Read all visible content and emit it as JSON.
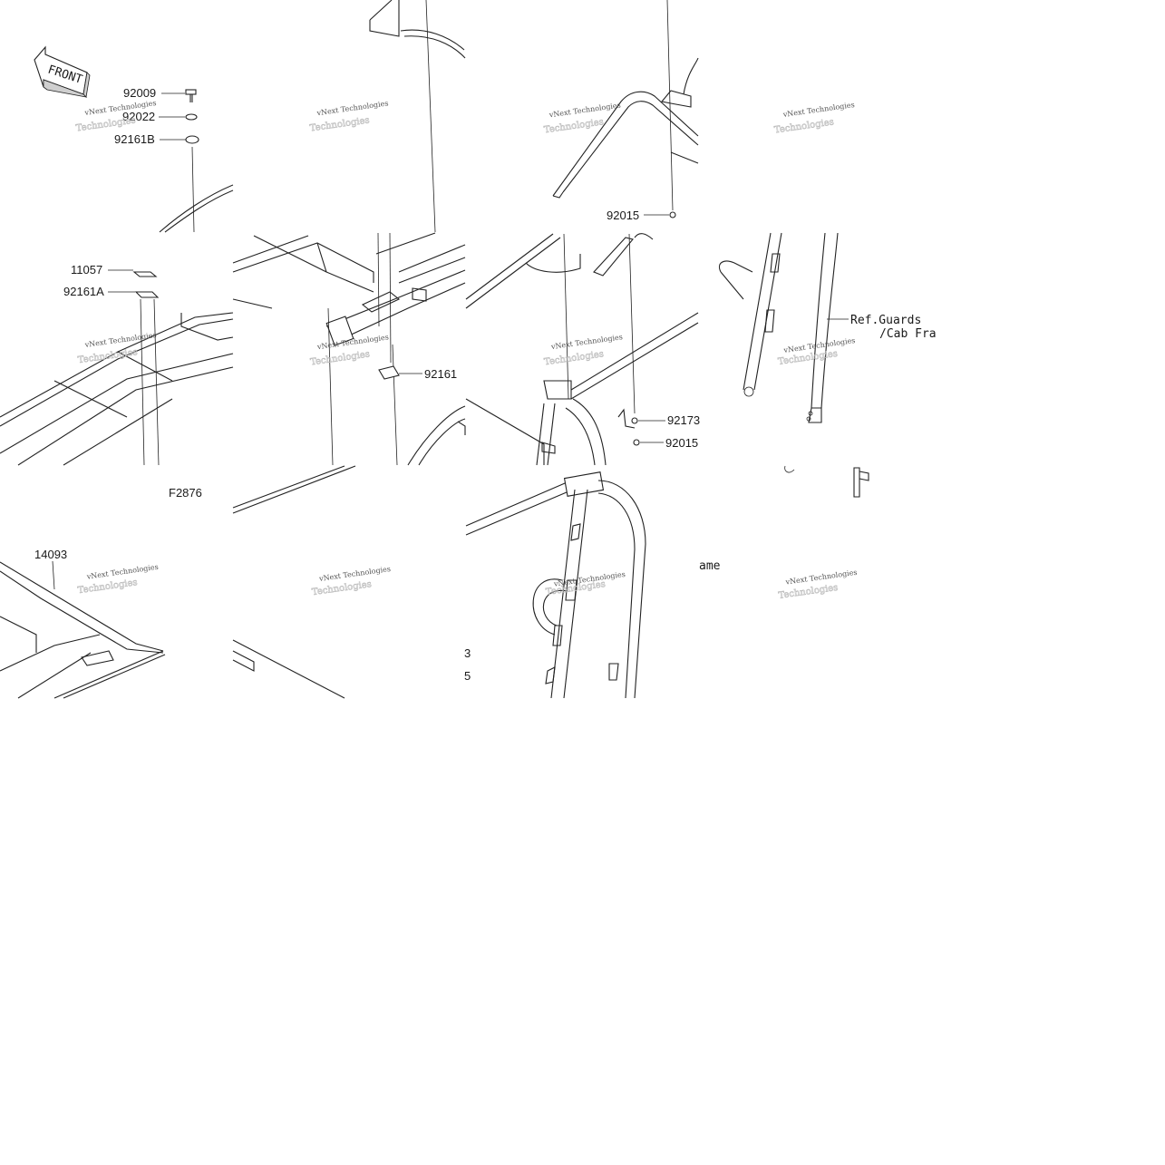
{
  "front_badge": "FRONT",
  "figure_id": "F2876",
  "ref_note": [
    "Ref.Guards",
    "/Cab Fra",
    "ame"
  ],
  "partial_digits": [
    "3",
    "5"
  ],
  "watermark": {
    "line1": "vNext Technologies",
    "line2": "Technologies"
  },
  "part_labels": {
    "p92009": "92009",
    "p92022": "92022",
    "p92161b": "92161B",
    "p92015_top": "92015",
    "p11057": "11057",
    "p92161a": "92161A",
    "p92161": "92161",
    "p92173": "92173",
    "p92015_mid": "92015",
    "p14093": "14093"
  }
}
